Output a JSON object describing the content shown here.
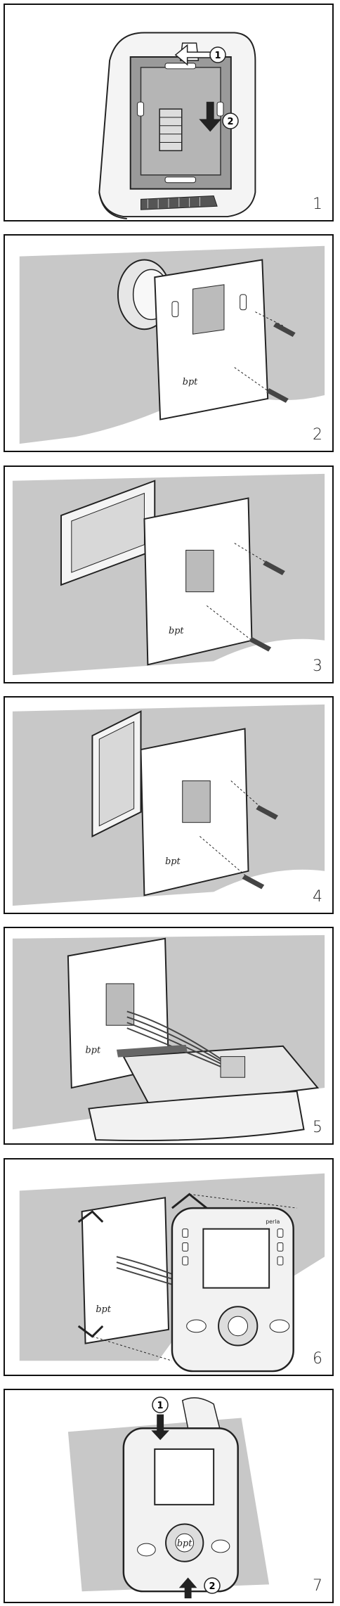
{
  "steps": [
    {
      "number": "1",
      "callouts": [
        "1",
        "2"
      ]
    },
    {
      "number": "2"
    },
    {
      "number": "3"
    },
    {
      "number": "4"
    },
    {
      "number": "5"
    },
    {
      "number": "6"
    },
    {
      "number": "7",
      "callouts": [
        "1",
        "2"
      ]
    }
  ],
  "plate_logo": "bpt",
  "device_brand": "perla"
}
